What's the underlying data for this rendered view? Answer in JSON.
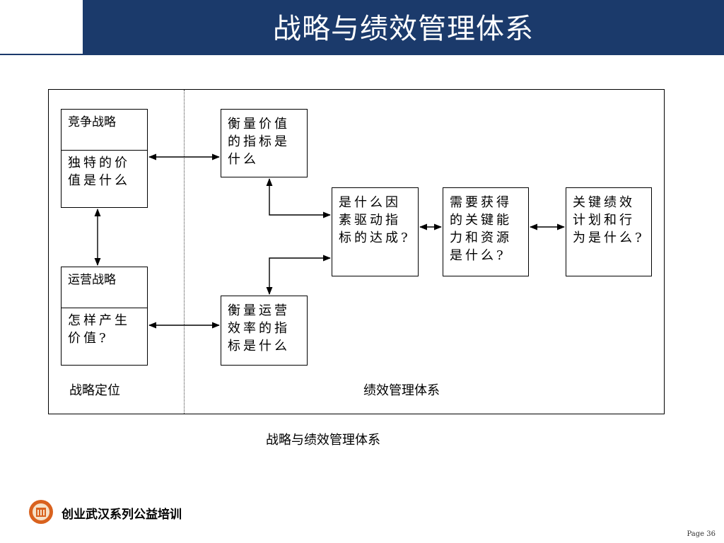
{
  "slide": {
    "title": "战略与绩效管理体系",
    "caption": "战略与绩效管理体系",
    "brand": "创业武汉系列公益培训",
    "page": "Page 36"
  },
  "diagram": {
    "left_label": "战略定位",
    "right_label": "绩效管理体系",
    "competitive": {
      "header": "竞争战略",
      "body": "独特的价值是什么"
    },
    "operational": {
      "header": "运营战略",
      "body": "怎样产生价值?"
    },
    "value_metric": "衡量价值的指标是什么",
    "efficiency_metric": "衡量运营效率的指标是什么",
    "drivers": "是什么因素驱动指标的达成?",
    "capabilities": "需要获得的关键能力和资源是什么?",
    "key_plans": "关键绩效计划和行为是什么?"
  },
  "colors": {
    "header_bar": "#1b3a6b",
    "logo": "#d9621e"
  }
}
